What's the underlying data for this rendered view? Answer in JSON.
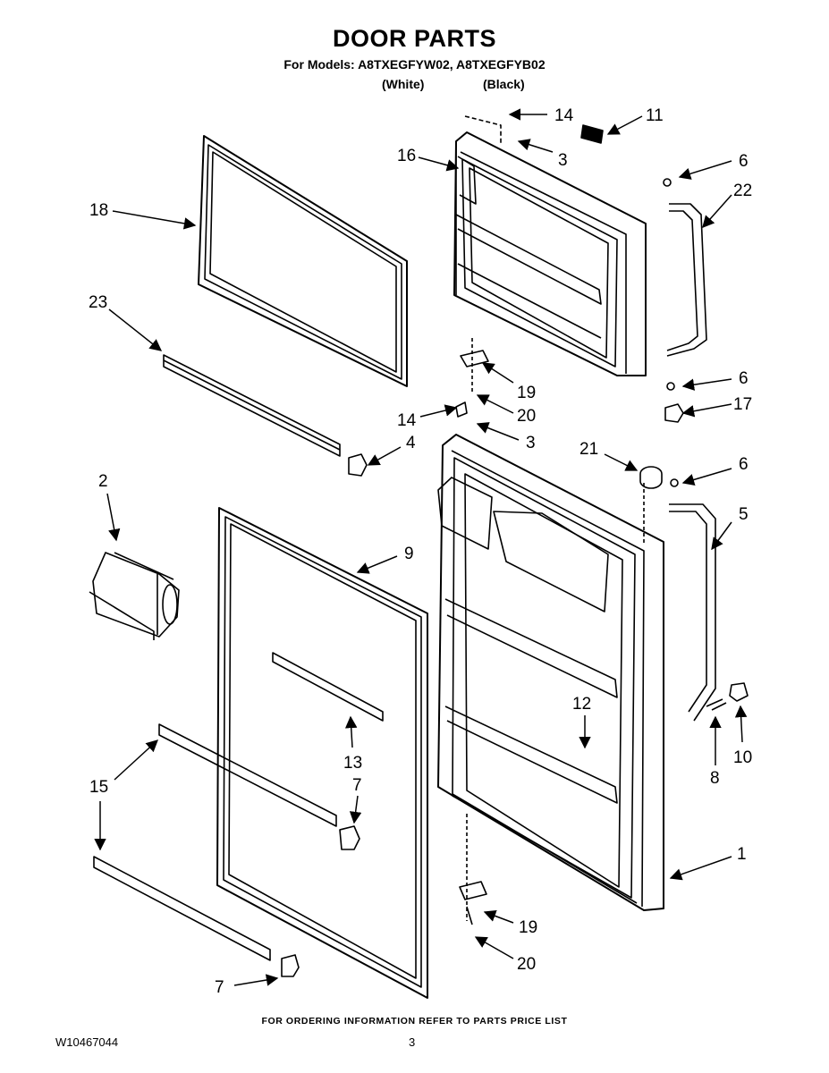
{
  "header": {
    "title": "DOOR PARTS",
    "models_line": "For Models: A8TXEGFYW02, A8TXEGFYB02",
    "variant_white": "(White)",
    "variant_black": "(Black)"
  },
  "callouts": [
    "14",
    "11",
    "3",
    "16",
    "6",
    "22",
    "18",
    "23",
    "6",
    "19",
    "17",
    "20",
    "14",
    "3",
    "4",
    "21",
    "6",
    "2",
    "5",
    "9",
    "12",
    "13",
    "10",
    "8",
    "7",
    "15",
    "1",
    "19",
    "20",
    "7"
  ],
  "footer": {
    "ordering_note": "FOR ORDERING INFORMATION REFER TO PARTS PRICE LIST",
    "document_number": "W10467044",
    "page_number": "3"
  }
}
